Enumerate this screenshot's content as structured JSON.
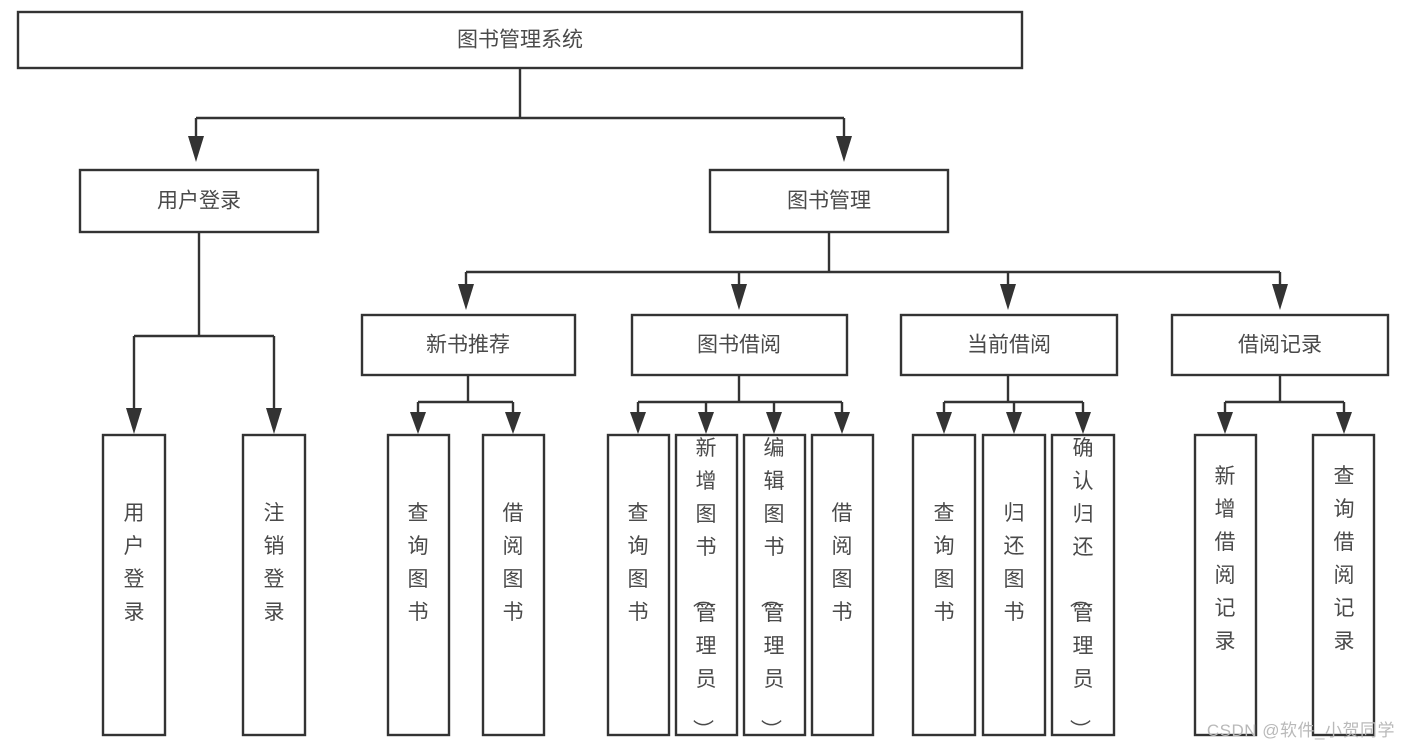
{
  "diagram": {
    "title": "图书管理系统",
    "watermark": "CSDN @软件_小贺同学",
    "colors": {
      "background": "#ffffff",
      "box_fill": "#ffffff",
      "box_stroke": "#333333",
      "text": "#4a4a4a",
      "watermark": "#b9b9b9"
    },
    "root": {
      "id": "root",
      "label": "图书管理系统"
    },
    "level1": [
      {
        "id": "user-login",
        "label": "用户登录"
      },
      {
        "id": "book-manage",
        "label": "图书管理"
      }
    ],
    "level2": [
      {
        "id": "new-book-recommend",
        "label": "新书推荐",
        "parent": "book-manage"
      },
      {
        "id": "book-borrow",
        "label": "图书借阅",
        "parent": "book-manage"
      },
      {
        "id": "current-borrow",
        "label": "当前借阅",
        "parent": "book-manage"
      },
      {
        "id": "borrow-record",
        "label": "借阅记录",
        "parent": "book-manage"
      }
    ],
    "leaves": {
      "user-login": [
        {
          "id": "leaf-user-login",
          "label": "用户登录"
        },
        {
          "id": "leaf-user-logout",
          "label": "注销登录"
        }
      ],
      "new-book-recommend": [
        {
          "id": "leaf-query-book-1",
          "label": "查询图书"
        },
        {
          "id": "leaf-borrow-book-1",
          "label": "借阅图书"
        }
      ],
      "book-borrow": [
        {
          "id": "leaf-query-book-2",
          "label": "查询图书"
        },
        {
          "id": "leaf-add-book",
          "label": "新增图书（管理员）"
        },
        {
          "id": "leaf-edit-book",
          "label": "编辑图书（管理员）"
        },
        {
          "id": "leaf-borrow-book-2",
          "label": "借阅图书"
        }
      ],
      "current-borrow": [
        {
          "id": "leaf-query-book-3",
          "label": "查询图书"
        },
        {
          "id": "leaf-return-book",
          "label": "归还图书"
        },
        {
          "id": "leaf-confirm-return",
          "label": "确认归还（管理员）"
        }
      ],
      "borrow-record": [
        {
          "id": "leaf-add-record",
          "label": "新增借阅记录"
        },
        {
          "id": "leaf-query-record",
          "label": "查询借阅记录"
        }
      ]
    }
  }
}
